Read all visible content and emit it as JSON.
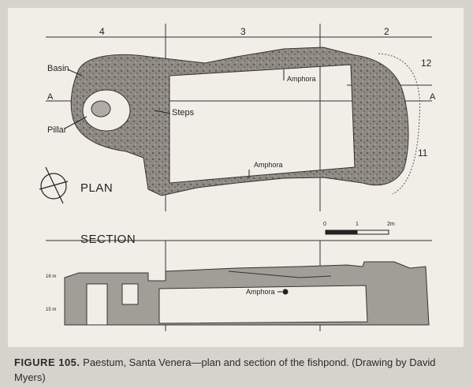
{
  "figure": {
    "grid_labels": [
      "4",
      "3",
      "2",
      "12",
      "11"
    ],
    "section_marks": [
      "A",
      "A"
    ],
    "labels": {
      "basin": "Basin",
      "pillar": "Pillar",
      "steps": "Steps",
      "amphora_top": "Amphora",
      "amphora_mid": "Amphora",
      "amphora_section": "Amphora"
    },
    "plan_title": "PLAN",
    "section_title": "SECTION",
    "scale_labels": [
      "0",
      "1",
      "2"
    ],
    "scale_unit": "m",
    "elevation_labels": [
      "16 m",
      "15 m"
    ]
  },
  "caption": {
    "label": "FIGURE 105.",
    "text": "Paestum, Santa Venera—plan and section of the fishpond. (Drawing by David Myers)"
  },
  "colors": {
    "paper": "#f0eee7",
    "page": "#d6d3cc",
    "ink": "#222222",
    "stone": "#8a8680",
    "section_fill": "#a19d97"
  }
}
